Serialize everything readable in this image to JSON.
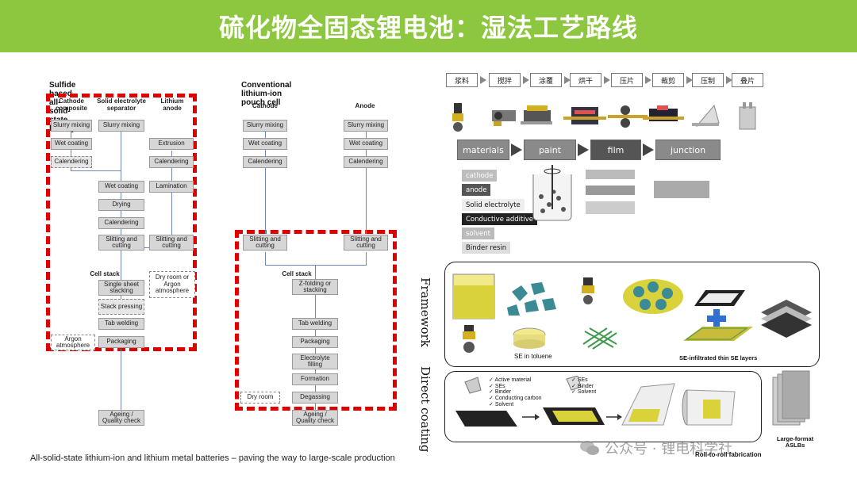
{
  "title": "硫化物全固态锂电池：湿法工艺路线",
  "left": {
    "heading": "Sulfide based all-solid-state battery",
    "col_cathode": "Cathode composite",
    "col_se": "Solid electrolyte separator",
    "col_anode": "Lithium anode",
    "slurry_mixing": "Slurry mixing",
    "wet_coating": "Wet coating",
    "calendering": "Calendering",
    "extrusion": "Extrusion",
    "lamination": "Lamination",
    "drying": "Drying",
    "slitting": "Slitting and cutting",
    "cell_stack": "Cell stack",
    "single_sheet": "Single sheet stacking",
    "stack_pressing": "Stack pressing",
    "tab_welding": "Tab welding",
    "packaging": "Packaging",
    "dry_room_argon": "Dry room or Argon atmosphere",
    "argon_atm": "Argon atmosphere",
    "ageing": "Ageing / Quality check"
  },
  "middle": {
    "heading": "Conventional lithium-ion pouch cell",
    "cathode": "Cathode",
    "anode": "Anode",
    "slurry_mixing": "Slurry mixing",
    "wet_coating": "Wet coating",
    "calendering": "Calendering",
    "slitting": "Slitting and cutting",
    "cell_stack": "Cell stack",
    "z_folding": "Z-folding or stacking",
    "tab_welding": "Tab welding",
    "packaging": "Packaging",
    "electrolyte_filling": "Electrolyte filling",
    "formation": "Formation",
    "degassing": "Degassing",
    "dry_room": "Dry room",
    "ageing": "Ageing / Quality check"
  },
  "caption": "All-solid-state lithium-ion and lithium metal batteries – paving the way to large-scale production",
  "right": {
    "steps": [
      "浆料",
      "搅拌",
      "涂覆",
      "烘干",
      "压片",
      "裁剪",
      "压制",
      "叠片"
    ],
    "processes": [
      "materials",
      "paint",
      "film",
      "junction"
    ],
    "chips": [
      "cathode",
      "anode",
      "Solid electrolyte",
      "Conductive additive",
      "solvent",
      "Binder resin"
    ],
    "framework_label": "Framework",
    "se_toluene": "SE in toluene",
    "se_infiltrated": "SE-infiltrated thin SE layers",
    "direct_label": "Direct coating",
    "list1": [
      "Active material",
      "SEs",
      "Binder",
      "Conducting carbon",
      "Solvent"
    ],
    "list2": [
      "SEs",
      "Binder",
      "Solvent"
    ],
    "roll_label": "Roll-to-roll fabrication",
    "large_format": "Large-format ASLBs",
    "watermark": "公众号 · 锂电科学社"
  },
  "colors": {
    "title_bar": "#8dc63f",
    "red_frame": "#e00000",
    "plus": "#2f6fd0"
  }
}
